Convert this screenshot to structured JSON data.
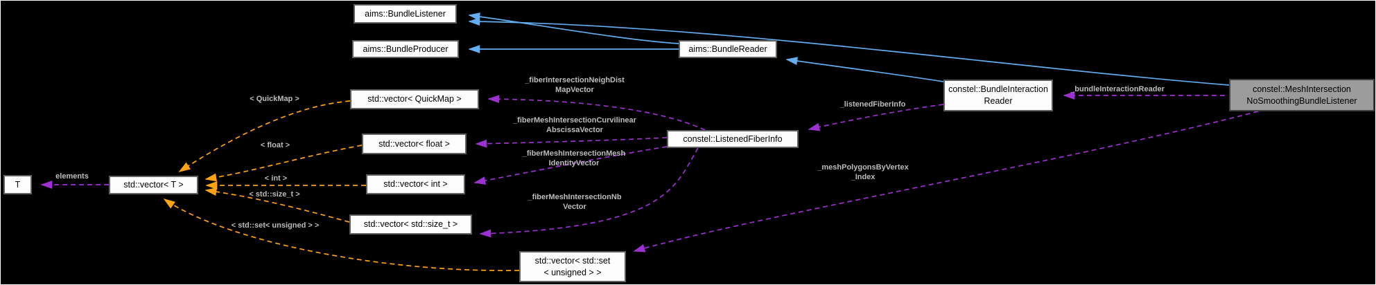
{
  "diagram": {
    "nodes": {
      "bundle_listener": {
        "label": "aims::BundleListener"
      },
      "bundle_producer": {
        "label": "aims::BundleProducer"
      },
      "bundle_reader": {
        "label": "aims::BundleReader"
      },
      "bundle_interaction_reader": {
        "label": "constel::BundleInteraction\nReader"
      },
      "mesh_intersection_listener": {
        "label": "constel::MeshIntersection\nNoSmoothingBundleListener"
      },
      "listened_fiber_info": {
        "label": "constel::ListenedFiberInfo"
      },
      "vector_quickmap": {
        "label": "std::vector< QuickMap >"
      },
      "vector_float": {
        "label": "std::vector< float >"
      },
      "vector_int": {
        "label": "std::vector< int >"
      },
      "vector_size_t": {
        "label": "std::vector< std::size_t >"
      },
      "vector_set_unsigned": {
        "label": "std::vector< std::set\n< unsigned > >"
      },
      "vector_t": {
        "label": "std::vector< T >"
      },
      "t": {
        "label": "T"
      }
    },
    "edge_labels": {
      "bundle_interaction_reader": "_bundleInteractionReader",
      "listened_fiber_info": "_listenedFiberInfo",
      "neigh_dist_map_vector": "_fiberIntersectionNeighDist\nMapVector",
      "curvilinear_abscissa_vector": "_fiberMeshIntersectionCurvilinear\nAbscissaVector",
      "mesh_identity_vector": "_fiberMeshIntersectionMesh\nIdentityVector",
      "nb_vector": "_fiberMeshIntersectionNb\nVector",
      "mesh_polygons_by_vertex_index": "_meshPolygonsByVertex\n_Index",
      "elements": "elements",
      "tpl_quickmap": "< QuickMap >",
      "tpl_float": "< float >",
      "tpl_int": "< int >",
      "tpl_size_t": "< std::size_t >",
      "tpl_set_unsigned": "< std::set< unsigned > >"
    },
    "colors": {
      "background": "#000000",
      "outer_border": "#ffffff",
      "inheritance_edge": "#62aef0",
      "usage_edge": "#9c30d0",
      "template_edge": "#ffa216",
      "node_fill": "#fdfdfd",
      "node_border": "#606060",
      "highlight_node_fill": "#9c9c9c",
      "highlight_node_border": "#404040",
      "edge_label_text": "#bdbdbd",
      "node_text": "#000000"
    }
  }
}
